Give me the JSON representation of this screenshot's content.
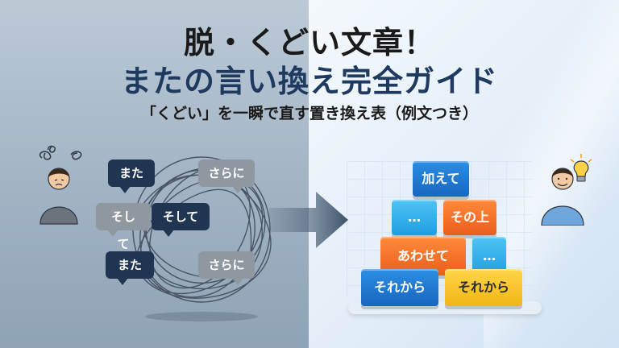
{
  "title": {
    "line1": "脱・くどい文章！",
    "line2": "またの言い換え完全ガイド",
    "subtitle": "「くどい」を一瞬で直す置き換え表（例文つき）"
  },
  "left_bubbles": {
    "b1": "また",
    "b2": "さらに",
    "b3": "そして",
    "b4": "そして",
    "b5": "また",
    "b6": "さらに"
  },
  "right_blocks": {
    "k1": "加えて",
    "k2": "…",
    "k3": "その上",
    "k4": "あわせて",
    "k5": "…",
    "k6": "それから",
    "k7": "それから"
  },
  "colors": {
    "left_bg": "#a9b9c8",
    "right_bg": "#e8f1f9",
    "title_accent": "#1f3a5f",
    "bubble_dark": "#1f3552",
    "bubble_gray": "#8f979f",
    "block_blue": "#1f78d1",
    "block_sky": "#2fb0ea",
    "block_orange": "#f26f25",
    "block_yellow": "#f6c430"
  },
  "icons": {
    "confused_person": "confused-person-icon",
    "happy_person": "happy-person-icon",
    "lightbulb": "lightbulb-icon",
    "arrow": "arrow-right-icon"
  }
}
